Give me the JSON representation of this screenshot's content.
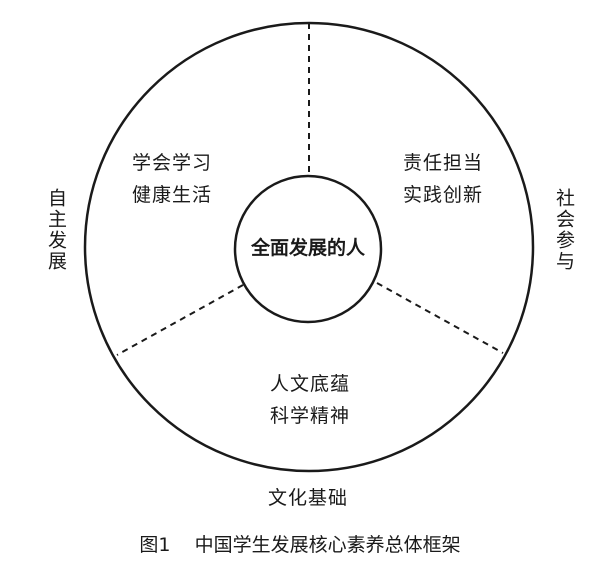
{
  "diagram": {
    "center": "全面发展的人",
    "sectors": {
      "upper_left": {
        "line1": "学会学习",
        "line2": "健康生活"
      },
      "upper_right": {
        "line1": "责任担当",
        "line2": "实践创新"
      },
      "bottom": {
        "line1": "人文底蕴",
        "line2": "科学精神"
      }
    },
    "outer": {
      "left": "自主发展",
      "right": "社会参与",
      "bottom": "文化基础"
    },
    "caption": "图1    中国学生发展核心素养总体框架",
    "colors": {
      "stroke": "#1a1a1a",
      "text": "#1a1a1a",
      "background": "#ffffff"
    }
  }
}
